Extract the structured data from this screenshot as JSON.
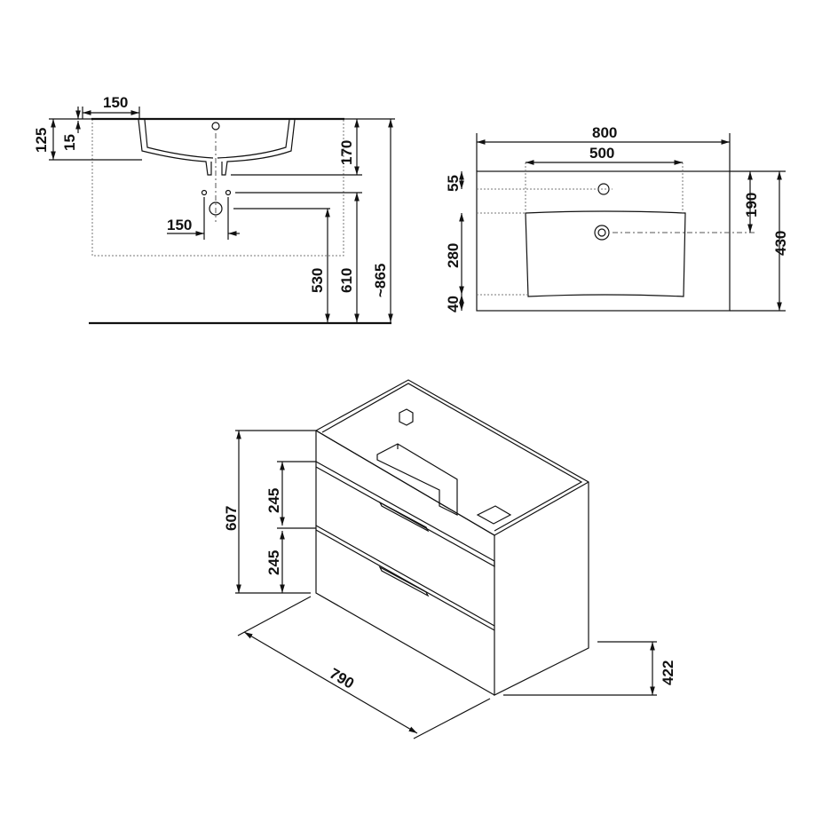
{
  "front_view": {
    "top_offset": "150",
    "depth_125": "125",
    "rim_15": "15",
    "basin_170": "170",
    "tap_spacing": "150",
    "h_530": "530",
    "h_610": "610",
    "h_865": "~865"
  },
  "top_view": {
    "width": "800",
    "basin_width": "500",
    "d_55": "55",
    "d_280": "280",
    "d_40": "40",
    "d_190": "190",
    "depth": "430"
  },
  "cabinet": {
    "height": "607",
    "drawer1": "245",
    "drawer2": "245",
    "width": "790",
    "depth": "422"
  }
}
